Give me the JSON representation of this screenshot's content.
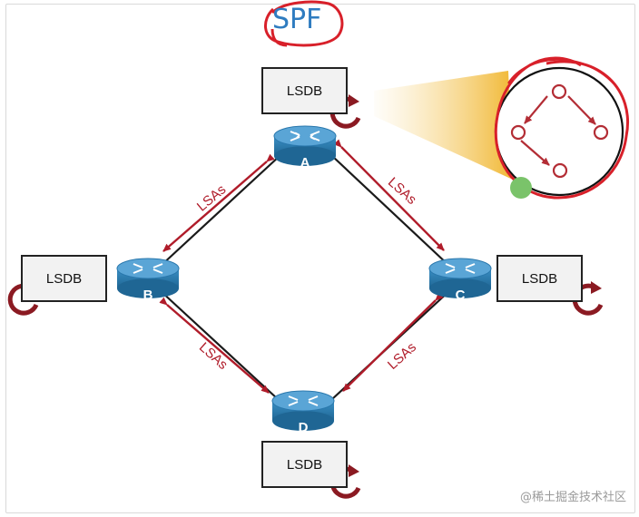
{
  "title": "SPF",
  "lsdb_label": "LSDB",
  "lsa_label": "LSAs",
  "routers": [
    {
      "id": "A",
      "label": "A"
    },
    {
      "id": "B",
      "label": "B"
    },
    {
      "id": "C",
      "label": "C"
    },
    {
      "id": "D",
      "label": "D"
    }
  ],
  "links": [
    {
      "from": "A",
      "to": "B"
    },
    {
      "from": "A",
      "to": "C"
    },
    {
      "from": "B",
      "to": "D"
    },
    {
      "from": "C",
      "to": "D"
    }
  ],
  "watermark": "@稀土掘金技术社区",
  "colors": {
    "router": "#2f82b8",
    "router_top": "#5aa5d6",
    "lsa_arrow": "#b01c2a",
    "annotation": "#d8202a",
    "title": "#2f7cc0",
    "highlight": "#f0b429",
    "pointer_dot": "#7ac36a"
  }
}
